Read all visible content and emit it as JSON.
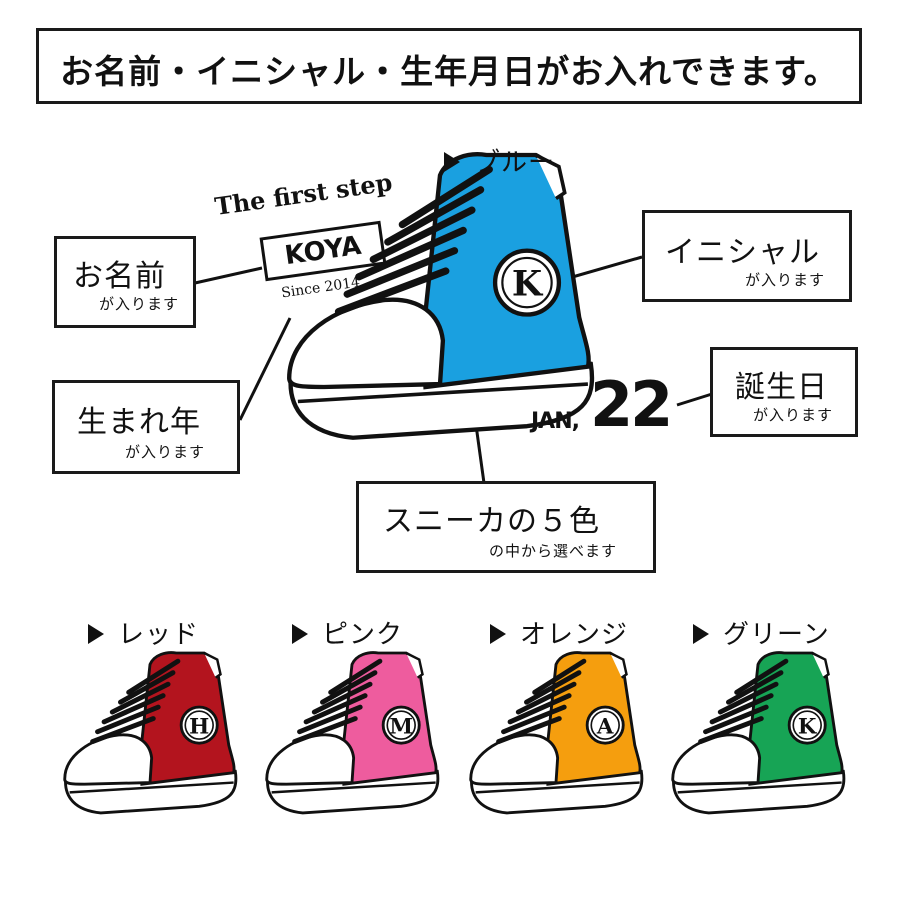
{
  "header": {
    "title": "お名前・イニシャル・生年月日がお入れできます。"
  },
  "callouts": {
    "name": {
      "main": "お名前",
      "sub": "が入ります"
    },
    "year": {
      "main": "生まれ年",
      "sub": "が入ります"
    },
    "initial": {
      "main": "イニシャル",
      "sub": "が入ります"
    },
    "birthday": {
      "main": "誕生日",
      "sub": "が入ります"
    },
    "colors": {
      "main": "スニーカの５色",
      "sub": "の中から選べます"
    }
  },
  "embroidery": {
    "title": "The first step",
    "name": "KOYA",
    "since": "Since 2014",
    "birth_month": "JAN,",
    "birth_day": "22"
  },
  "main_sneaker": {
    "color_label": "ブルー",
    "color": "#1aa0e0",
    "initial": "K"
  },
  "variants": [
    {
      "label": "レッド",
      "color": "#b3141e",
      "initial": "H"
    },
    {
      "label": "ピンク",
      "color": "#ee5c9e",
      "initial": "M"
    },
    {
      "label": "オレンジ",
      "color": "#f59e0e",
      "initial": "A"
    },
    {
      "label": "グリーン",
      "color": "#17a455",
      "initial": "K"
    }
  ]
}
